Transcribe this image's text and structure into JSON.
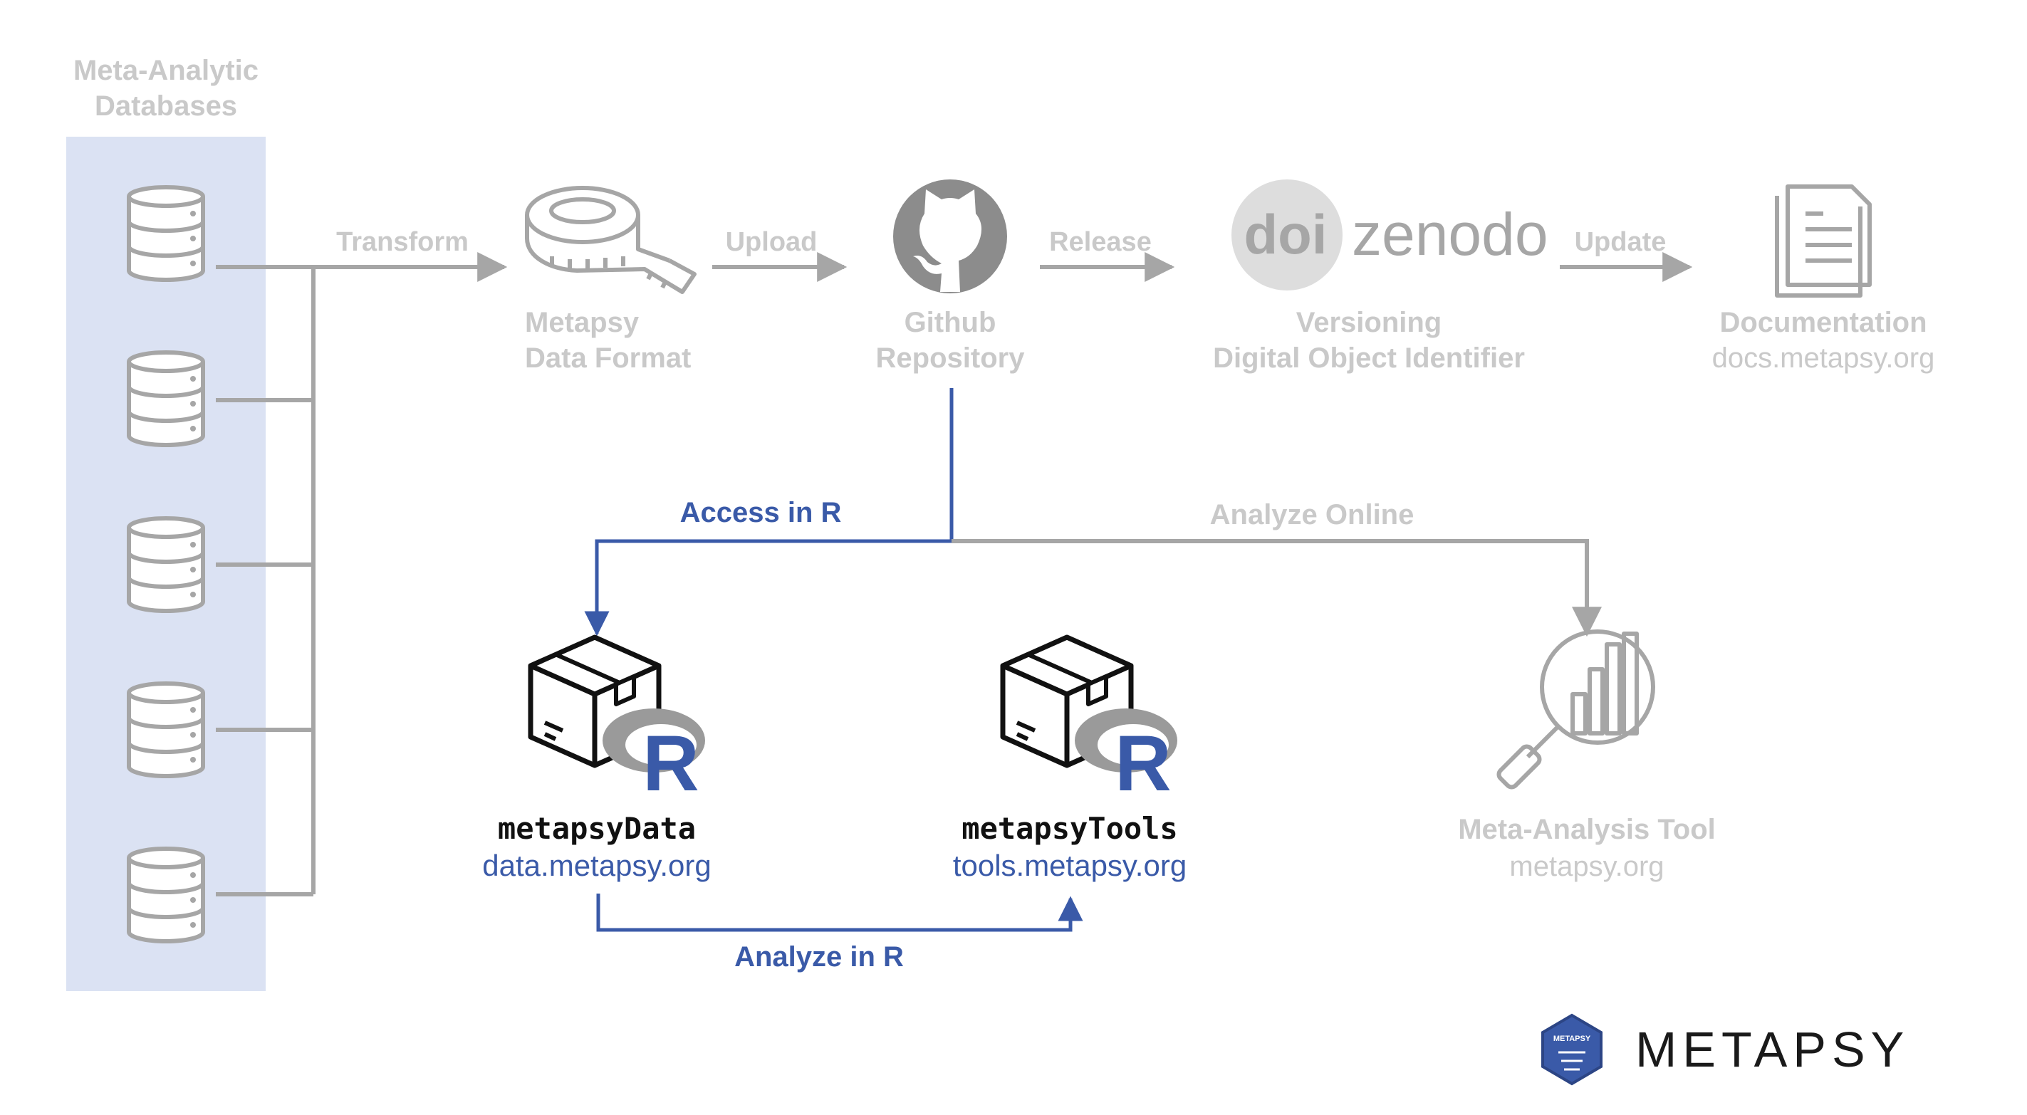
{
  "colors": {
    "gray": "#a6a6a6",
    "gray_light": "#c9c9c9",
    "blue": "#3a5aa8",
    "panel": "#dbe2f3",
    "black": "#111111"
  },
  "databases": {
    "title_line1": "Meta-Analytic",
    "title_line2": "Databases",
    "icon": "database-icon"
  },
  "edges": {
    "transform": "Transform",
    "upload": "Upload",
    "release": "Release",
    "update": "Update",
    "access_in_r": "Access in R",
    "analyze_online": "Analyze Online",
    "analyze_in_r": "Analyze in R"
  },
  "nodes": {
    "format": {
      "line1": "Metapsy",
      "line2": "Data Format",
      "icon": "measuring-tape-icon"
    },
    "github": {
      "line1": "Github",
      "line2": "Repository",
      "icon": "github-icon"
    },
    "zenodo": {
      "line1": "Versioning",
      "line2": "Digital Object Identifier",
      "logo_doi": "doi",
      "logo_zenodo": "zenodo",
      "icon": "zenodo-logo"
    },
    "docs": {
      "line1": "Documentation",
      "line2": "docs.metapsy.org",
      "icon": "document-icon"
    },
    "metapsyData": {
      "name": "metapsyData",
      "url": "data.metapsy.org",
      "r_letter": "R",
      "icon": "r-package-icon"
    },
    "metapsyTools": {
      "name": "metapsyTools",
      "url": "tools.metapsy.org",
      "r_letter": "R",
      "icon": "r-package-icon"
    },
    "tool": {
      "line1": "Meta-Analysis Tool",
      "line2": "metapsy.org",
      "icon": "magnifier-chart-icon"
    }
  },
  "brand": {
    "name": "METAPSY",
    "badge_text": "METAPSY",
    "icon": "metapsy-logo"
  }
}
